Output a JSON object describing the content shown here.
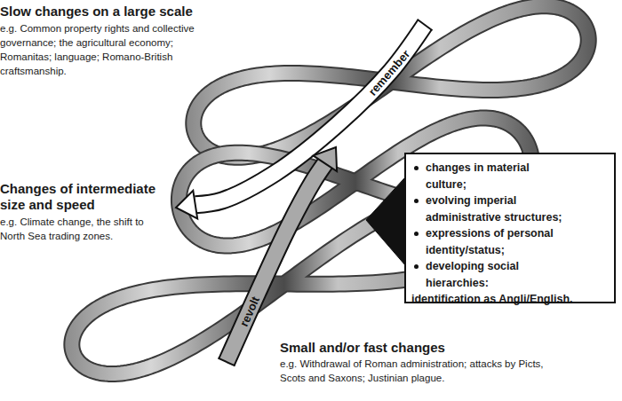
{
  "diagram": {
    "nodes": [
      {
        "text": [
          "Slow changes on a large scale",
          "e.g. Common property rights and collective governance; the agricultural economy; Romanitas; language; Romano-British craftsmanship."
        ]
      },
      {
        "text": [
          "Changes of intermediate size and speed",
          "e.g. Climate change, the shift to North Sea trading zones."
        ]
      },
      {
        "text": [
          "changes in material culture;",
          "evolving imperial administrative structures;",
          "expressions of personal identity/status;",
          "developing social hierarchies:",
          "identification as Angli/English."
        ]
      },
      {
        "text": [
          "Small and/or fast changes",
          "e.g. Withdrawal of Roman administration; attacks by Picts, Scots and Saxons; Justinian plague."
        ]
      }
    ],
    "edges": [
      {
        "from": 0,
        "to": 1,
        "arrow": "to",
        "label": "remember"
      },
      {
        "from": 3,
        "to": 1,
        "arrow": "to",
        "label": "revolt"
      },
      {
        "from": 2,
        "to": 1,
        "arrow": "to"
      }
    ]
  }
}
